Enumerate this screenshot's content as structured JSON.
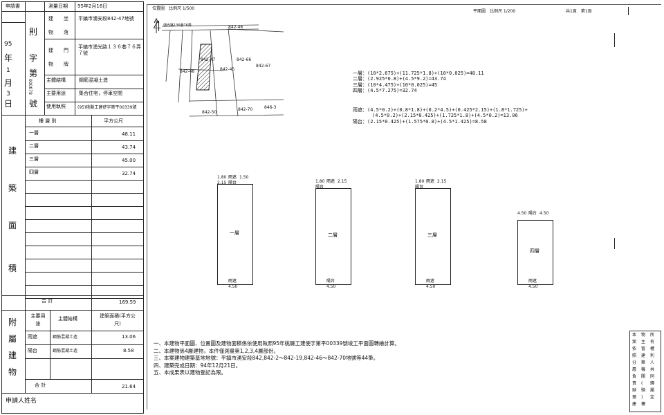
{
  "form": {
    "app_label": "申請書",
    "survey_date_label": "測量日期",
    "survey_date": "95年2月16日",
    "building_site_label": [
      "建",
      "坐",
      "物",
      "落"
    ],
    "building_site": "平鎮市湧安段842-47地號",
    "door_label": [
      "建",
      "門",
      "物",
      "牌"
    ],
    "door_address": "平鎮市湧光路１３６巷７６弄７號",
    "structure_label": "主體結構",
    "structure": "鋼筋混凝土造",
    "use_label": "主要用途",
    "use": "集合住宅，停車空間",
    "license_label": "使用執照",
    "license": "(95)桃縣工建使字第平00339號",
    "left_stamp": [
      "則",
      "95",
      "年",
      "字",
      "1",
      "月",
      "第",
      "3",
      "日",
      "號"
    ],
    "left_stamp_serial": "000078",
    "floor_header": "樓 層 別",
    "area_header": "平方公尺",
    "main_area_label": [
      "建",
      "築",
      "面",
      "積"
    ],
    "floors": [
      {
        "name": "一層",
        "area": "48.11"
      },
      {
        "name": "二層",
        "area": "43.74"
      },
      {
        "name": "三層",
        "area": "45.00"
      },
      {
        "name": "四層",
        "area": "32.74"
      }
    ],
    "total_label": "合    計",
    "total": "169.59",
    "attached_label": [
      "附",
      "屬",
      "建",
      "物"
    ],
    "attached_col1": "主要用途",
    "attached_col2": "主體結構",
    "attached_col3": "建築面積(平方公尺)",
    "attached": [
      {
        "use": "雨遮",
        "structure": "鋼筋混凝土造",
        "area": "13.06"
      },
      {
        "use": "陽台",
        "structure": "鋼筋混凝土造",
        "area": "8.58"
      }
    ],
    "attached_total_label": "合    計",
    "attached_total": "21.64",
    "applicant_label": "申請人姓名"
  },
  "drawing": {
    "location_title": "位置圖　比例尺 1/500",
    "plan_title": "平面圖　比例尺 1/200",
    "page_info": "共1頁　第1頁",
    "plot_numbers": [
      "842-46",
      "842-66",
      "842-67",
      "842-47",
      "842-45",
      "842-48",
      "842-50",
      "842-70",
      "846-3"
    ],
    "road_label": "湧光路136巷76弄",
    "map_number": "4",
    "calcs": [
      "一層：(10*2.675)+(11.725*1.8)+(10*0.025)=48.11",
      "二層：(2.925*0.8)+(4.5*9.2)=43.74",
      "三層：(10*4.475)+(10*0.025)=45",
      "四層：(4.5*7.275)=32.74"
    ],
    "canopy_calc": [
      "雨遮：(4.5*0.2)+(0.8*1.8)+(0.2*4.5)+(0.425*2.15)+(1.8*1.725)+",
      "(4.5*0.2)+(2.15*0.425)+(1.725*1.8)+(4.5*0.2)=13.06",
      "陽台：(2.15*0.425)+(1.575*0.8)+(4.5*1.425)=8.58"
    ],
    "plans": [
      {
        "label": "一層",
        "top_labels": [
          "1.80",
          "雨遮",
          "1.50",
          "2.15",
          "陽台"
        ],
        "bottom_label": "4.50",
        "bottom_note": "雨遮"
      },
      {
        "label": "二層",
        "top_labels": [
          "1.80",
          "雨遮",
          "2.15",
          "陽台"
        ],
        "bottom_label": "4.50",
        "bottom_note": "陽台"
      },
      {
        "label": "三層",
        "top_labels": [
          "1.80",
          "雨遮",
          "2.15",
          "陽台"
        ],
        "bottom_label": "4.50",
        "bottom_note": "雨遮"
      },
      {
        "label": "四層",
        "top_labels": [
          "4.50",
          "陽台",
          "4.50"
        ],
        "bottom_label": "4.50",
        "bottom_note": "雨遮"
      }
    ],
    "notes": [
      "一、本建物平面圖、位置圖及建物面積係依使用執照95年桃縣工建使字第平00339號竣工平面圖轉繪計算。",
      "二、本建物係4層建物，本件僅測量第1,2,3,4層部份。",
      "三、本案建物建築基地地號：平鎮市湧安段842,842-2～842-19,842-46～842-70地號等44筆。",
      "四、建築完成日期：94年12月21日。",
      "五、本成果表以建物登記為限。"
    ],
    "side_stamp": [
      "本",
      "案",
      "依",
      "照",
      "分",
      "層",
      "負",
      "責",
      "辦",
      "理",
      "建",
      "物",
      "主",
      "管",
      "建",
      "築",
      "機",
      "關",
      "(",
      "騎",
      ")",
      "樓",
      "所",
      "有",
      "權",
      "利",
      "人",
      "共",
      "同",
      "歸",
      "屬",
      "定"
    ]
  }
}
